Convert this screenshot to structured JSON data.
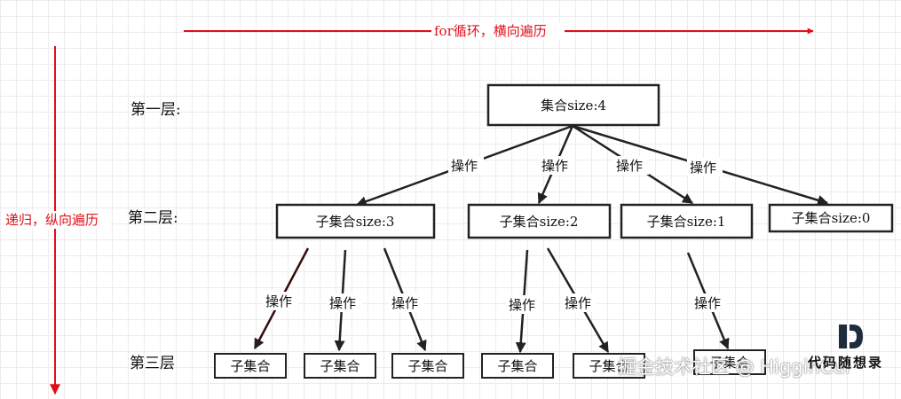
{
  "axes": {
    "horizontal": "for循环，横向遍历",
    "vertical": "递归，纵向遍历"
  },
  "levels": [
    "第一层:",
    "第二层:",
    "第三层"
  ],
  "nodes": {
    "root": "集合size:4",
    "level2": [
      "子集合size:3",
      "子集合size:2",
      "子集合size:1",
      "子集合size:0"
    ],
    "level3": [
      "子集合",
      "子集合",
      "子集合",
      "子集合",
      "子集合",
      "子集合"
    ]
  },
  "operation_label": "操作",
  "watermark": "掘金技术社区 @ HigginCui",
  "logo": {
    "letter": "D",
    "text": "代码随想录",
    "icon": "code-caprice-logo-icon"
  },
  "colors": {
    "axis": "#e0101a",
    "grid": "#ececec",
    "stroke": "#222222"
  }
}
